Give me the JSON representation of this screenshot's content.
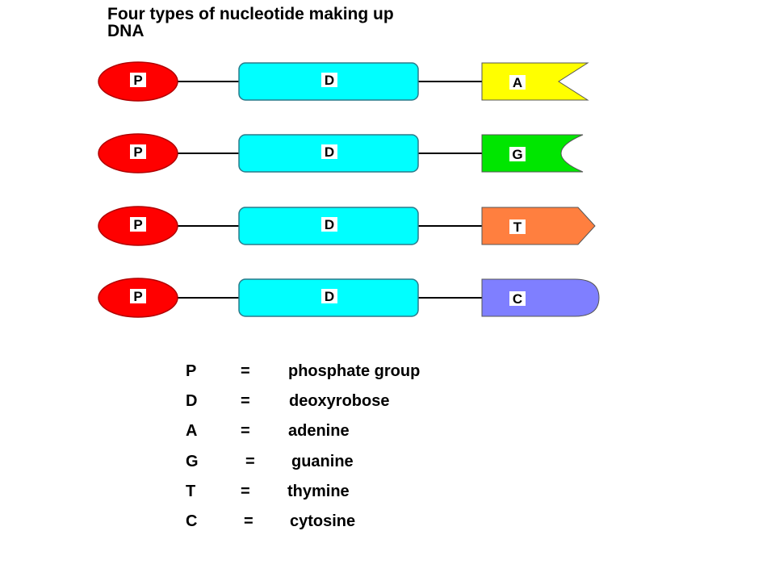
{
  "title_line1": "Four types of nucleotide making up",
  "title_line2": "DNA",
  "nucleotides": [
    {
      "phosphate_label": "P",
      "sugar_label": "D",
      "base_label": "A",
      "base_shape": "notched-v",
      "base_color": "#ffff00"
    },
    {
      "phosphate_label": "P",
      "sugar_label": "D",
      "base_label": "G",
      "base_shape": "concave-curve",
      "base_color": "#00e600"
    },
    {
      "phosphate_label": "P",
      "sugar_label": "D",
      "base_label": "T",
      "base_shape": "point",
      "base_color": "#ff7f3f"
    },
    {
      "phosphate_label": "P",
      "sugar_label": "D",
      "base_label": "C",
      "base_shape": "rounded",
      "base_color": "#7f7fff"
    }
  ],
  "colors": {
    "phosphate": "#ff0000",
    "sugar": "#00ffff",
    "connector": "#000000",
    "label_box": "#ffffff"
  },
  "legend": [
    {
      "symbol": "P",
      "equals": "=",
      "meaning": "phosphate group"
    },
    {
      "symbol": "D",
      "equals": "=",
      "meaning": "deoxyrobose"
    },
    {
      "symbol": "A",
      "equals": "=",
      "meaning": "adenine"
    },
    {
      "symbol": "G",
      "equals": "=",
      "meaning": "guanine"
    },
    {
      "symbol": "T",
      "equals": "=",
      "meaning": "thymine"
    },
    {
      "symbol": "C",
      "equals": "=",
      "meaning": "cytosine"
    }
  ]
}
